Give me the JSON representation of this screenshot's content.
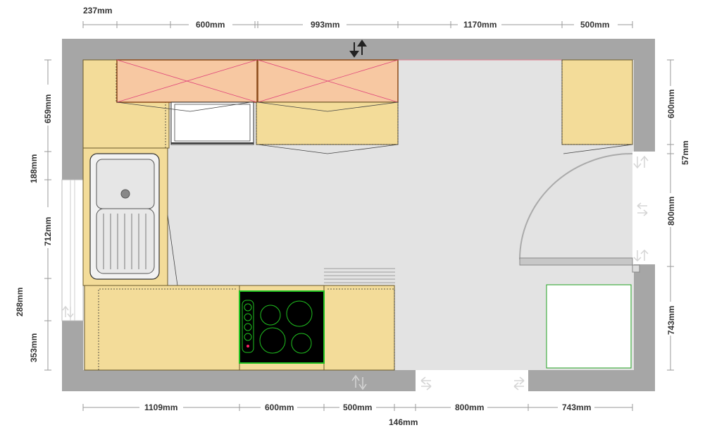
{
  "dimensions": {
    "top": [
      "237mm",
      "600mm",
      "993mm",
      "1170mm",
      "500mm"
    ],
    "bottom": [
      "1109mm",
      "600mm",
      "500mm",
      "800mm",
      "743mm",
      "146mm"
    ],
    "left": [
      "659mm",
      "188mm",
      "712mm",
      "288mm",
      "353mm"
    ],
    "right": [
      "600mm",
      "57mm",
      "800mm",
      "743mm"
    ]
  },
  "colors": {
    "wall": "#a6a6a6",
    "floor": "#e3e3e3",
    "base_cabinet": "#f3dc99",
    "wall_cabinet": "#f7c8a2",
    "hob": "#000000",
    "burner": "#20c020"
  },
  "icons": {
    "door_direction": "up-down-arrows-icon",
    "sink": "sink-icon",
    "hob": "hob-icon"
  }
}
